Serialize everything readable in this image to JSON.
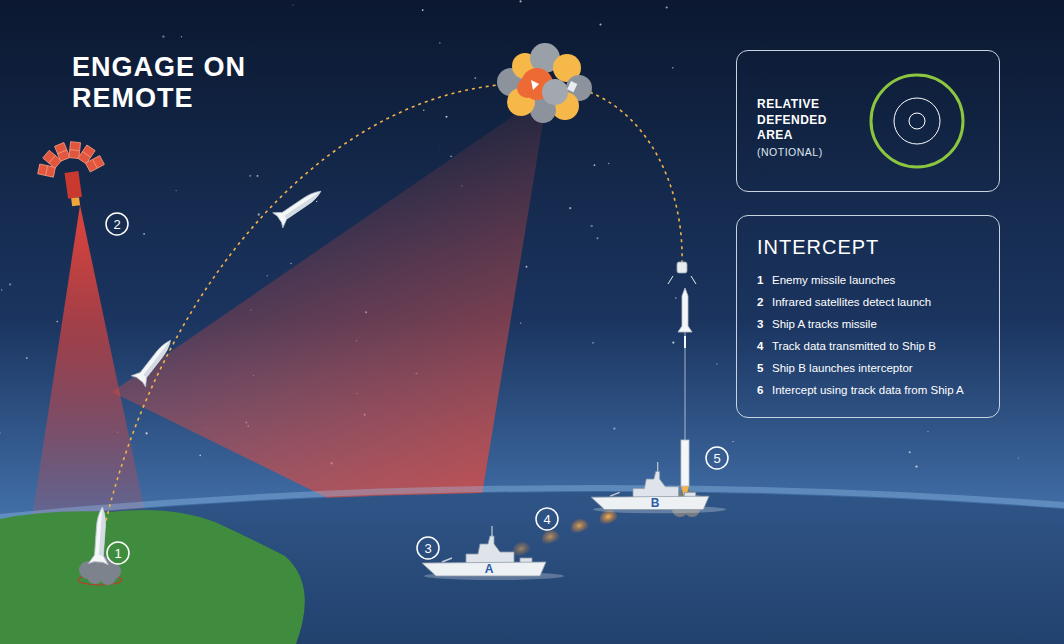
{
  "diagram": {
    "title": "ENGAGE ON REMOTE",
    "nodes": [
      {
        "text": [
          "RELATIVE DEFENDED AREA",
          "(NOTIONAL)"
        ]
      },
      {
        "text": [
          "INTERCEPT",
          "1",
          "Enemy missile launches",
          "2",
          "Infrared satellites detect launch",
          "3",
          "Ship A tracks missile",
          "4",
          "Track data transmitted to Ship B",
          "5",
          "Ship B launches interceptor",
          "6",
          "Intercept using track data from Ship A"
        ]
      }
    ],
    "labels": [
      "1",
      "2",
      "3",
      "4",
      "5",
      "A",
      "B"
    ]
  }
}
